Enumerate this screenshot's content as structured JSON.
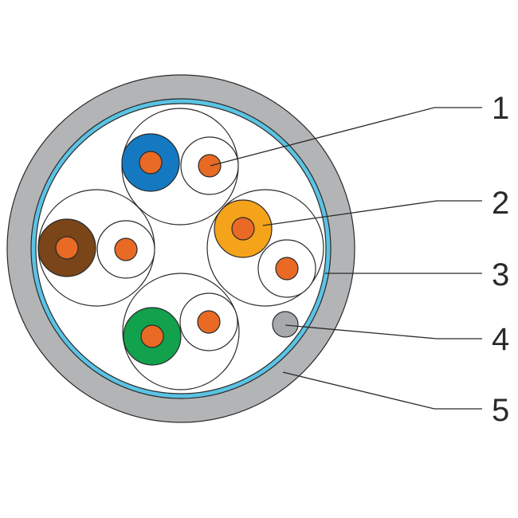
{
  "diagram": {
    "callouts": [
      {
        "id": "1",
        "label": "1"
      },
      {
        "id": "2",
        "label": "2"
      },
      {
        "id": "3",
        "label": "3"
      },
      {
        "id": "4",
        "label": "4"
      },
      {
        "id": "5",
        "label": "5"
      }
    ]
  },
  "colors": {
    "jacket": "#b3b4b6",
    "shield": "#5bc3e4",
    "conductor": "#e86a24",
    "insulation_blue": "#1479c1",
    "insulation_orange": "#f4a31b",
    "insulation_brown": "#7a4518",
    "insulation_green": "#12a14c",
    "insulation_white": "#ffffff",
    "drain_wire": "#a6aaad",
    "line": "#2a2a2a"
  }
}
